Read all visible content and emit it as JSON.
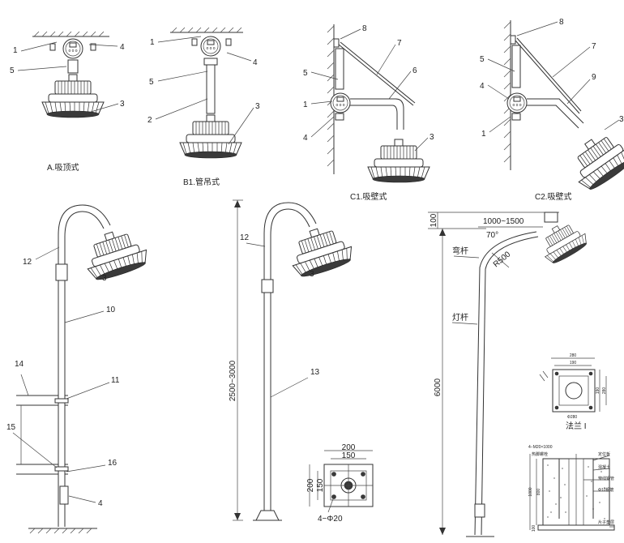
{
  "captions": {
    "a": "A.吸顶式",
    "b1": "B1.管吊式",
    "c1": "C1.吸壁式",
    "c2": "C2.吸壁式"
  },
  "callouts": {
    "a": [
      "1",
      "4",
      "5",
      "3"
    ],
    "b1": [
      "1",
      "4",
      "5",
      "2",
      "3"
    ],
    "c1": [
      "8",
      "7",
      "5",
      "6",
      "1",
      "4",
      "3"
    ],
    "c2": [
      "8",
      "7",
      "5",
      "9",
      "4",
      "1",
      "3"
    ],
    "d": [
      "12",
      "3",
      "10",
      "14",
      "11",
      "15",
      "16",
      "4"
    ],
    "e": [
      "12",
      "3",
      "13"
    ]
  },
  "dimensions": {
    "e_height": "2500~3000",
    "e_base_w": "200",
    "e_base_inner_w": "150",
    "e_base_h": "200",
    "e_base_inner_h": "150",
    "e_bolts": "4−Φ20",
    "f_top": "100",
    "f_reach": "1000~1500",
    "f_angle": "70°",
    "f_radius": "R500",
    "f_height": "6000",
    "f_arm_label": "弯杆",
    "f_pole_label": "灯杆",
    "flange_w1": "280",
    "flange_w2": "190",
    "flange_h1": "190",
    "flange_h2": "280",
    "flange_hole": "Φ280",
    "flange_caption": "法兰 I",
    "fd_bolt": "4−M20×1000",
    "fd_label_1": "热脚螺栓",
    "fd_label_2": "定位板",
    "fd_label_3": "混凝土",
    "fd_label_4": "穿线钢管",
    "fd_label_5": "Φ10钢筋",
    "fd_label_6": "片子垫层",
    "fd_h1": "1000",
    "fd_h2": "800",
    "fd_h3": "100"
  }
}
